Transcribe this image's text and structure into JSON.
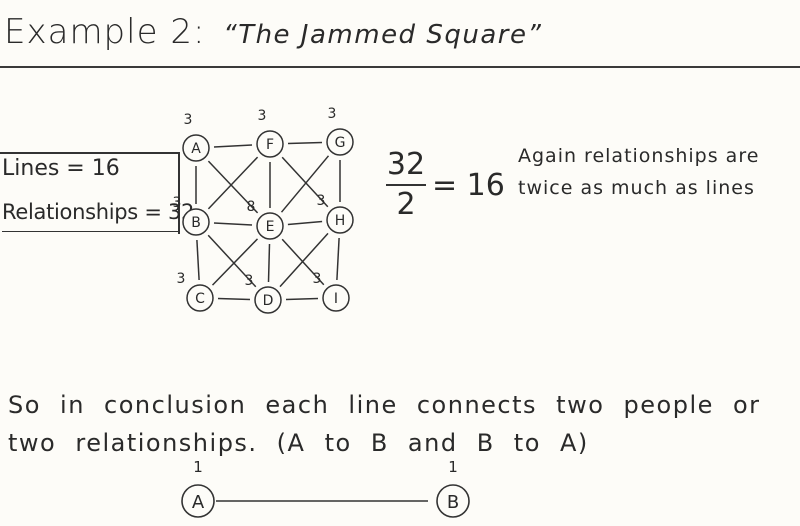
{
  "title": {
    "main": "Example 2:",
    "sub": "“The Jammed Square”"
  },
  "summary": {
    "lines": "Lines = 16",
    "relationships": "Relationships = 32"
  },
  "graph": {
    "nodes": [
      {
        "id": "A",
        "label": "A",
        "count": "3"
      },
      {
        "id": "F",
        "label": "F",
        "count": "3"
      },
      {
        "id": "G",
        "label": "G",
        "count": "3"
      },
      {
        "id": "B",
        "label": "B",
        "count": "3"
      },
      {
        "id": "E",
        "label": "E",
        "count": "8"
      },
      {
        "id": "H",
        "label": "H",
        "count": "3"
      },
      {
        "id": "C",
        "label": "C",
        "count": "3"
      },
      {
        "id": "D",
        "label": "D",
        "count": "3"
      },
      {
        "id": "I",
        "label": "I",
        "count": "3"
      }
    ],
    "edges": [
      [
        "A",
        "F"
      ],
      [
        "F",
        "G"
      ],
      [
        "B",
        "E"
      ],
      [
        "E",
        "H"
      ],
      [
        "C",
        "D"
      ],
      [
        "D",
        "I"
      ],
      [
        "A",
        "B"
      ],
      [
        "B",
        "C"
      ],
      [
        "F",
        "E"
      ],
      [
        "E",
        "D"
      ],
      [
        "G",
        "H"
      ],
      [
        "H",
        "I"
      ],
      [
        "A",
        "E"
      ],
      [
        "F",
        "B"
      ],
      [
        "F",
        "H"
      ],
      [
        "G",
        "E"
      ],
      [
        "B",
        "D"
      ],
      [
        "E",
        "C"
      ],
      [
        "E",
        "I"
      ],
      [
        "H",
        "D"
      ]
    ]
  },
  "fraction": {
    "numerator": "32",
    "denominator": "2",
    "result": "= 16"
  },
  "note": "Again relationships are twice as much as lines",
  "conclusion": "So in conclusion each line connects two people or two relationships. (A to B and B to A)",
  "pair_example": {
    "left": {
      "label": "A",
      "count": "1"
    },
    "right": {
      "label": "B",
      "count": "1"
    }
  }
}
